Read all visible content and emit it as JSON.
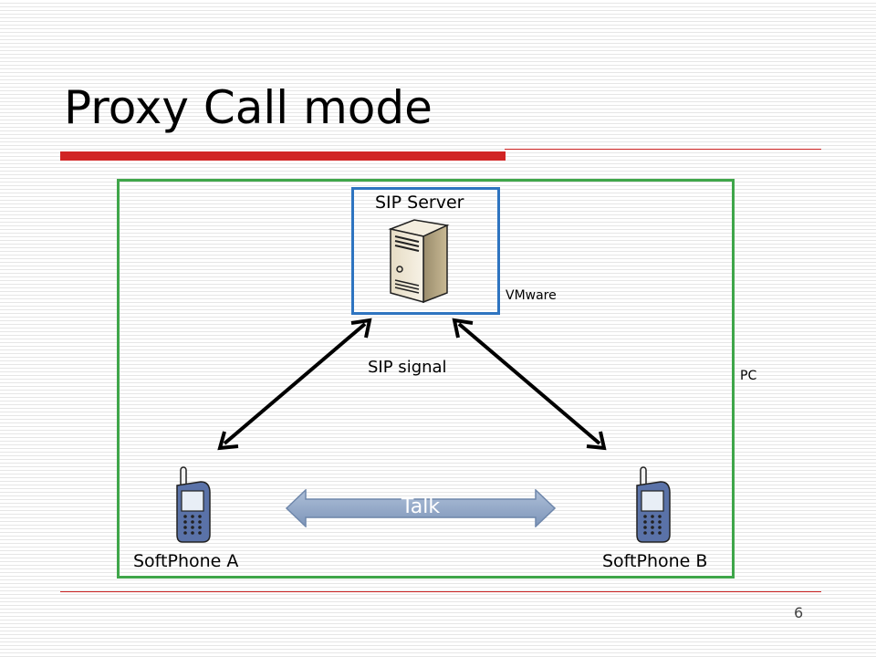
{
  "slide": {
    "title": "Proxy Call mode",
    "page_number": "6"
  },
  "diagram": {
    "server_label": "SIP Server",
    "vm_label": "VMware",
    "host_label": "PC",
    "signal_label": "SIP signal",
    "talk_label": "Talk",
    "phone_a_label": "SoftPhone A",
    "phone_b_label": "SoftPhone B"
  },
  "colors": {
    "title_rule": "#d12424",
    "pc_border": "#3fa64a",
    "vm_border": "#2e74c0",
    "talk_arrow": "#8ea4c4"
  },
  "icons": [
    "server-icon",
    "mobile-phone-icon"
  ]
}
